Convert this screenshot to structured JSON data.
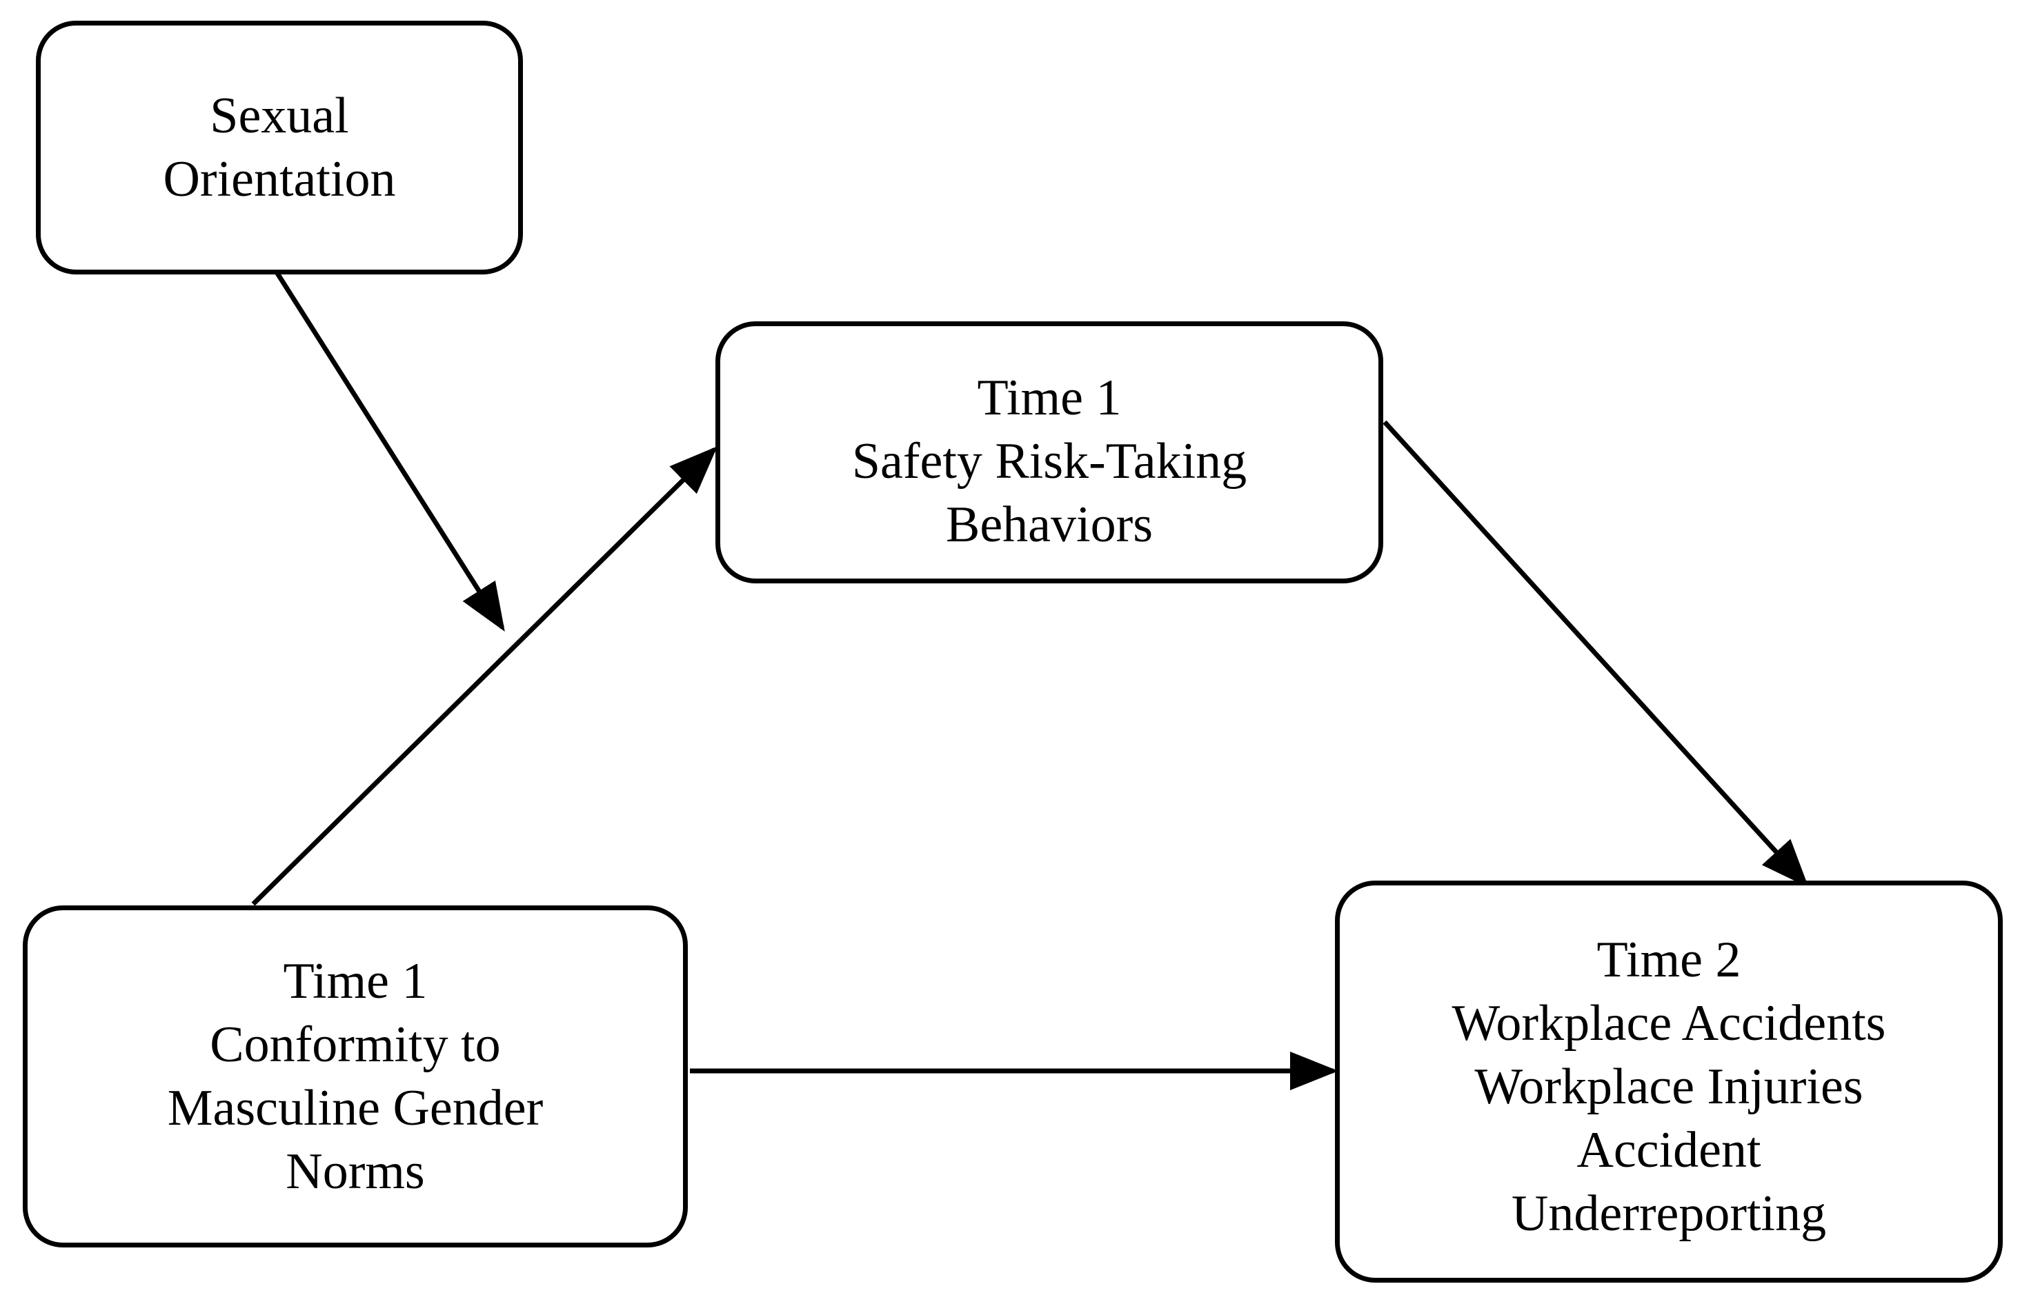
{
  "diagram": {
    "nodes": {
      "sexual_orientation": {
        "lines": [
          "Sexual",
          "Orientation"
        ]
      },
      "safety_risk": {
        "lines": [
          "Time 1",
          "Safety Risk-Taking",
          "Behaviors"
        ]
      },
      "conformity": {
        "lines": [
          "Time 1",
          "Conformity to",
          "Masculine Gender",
          "Norms"
        ]
      },
      "outcomes": {
        "lines": [
          "Time 2",
          "Workplace Accidents",
          "Workplace Injuries",
          "Accident",
          "Underreporting"
        ]
      }
    },
    "edges": [
      {
        "from": "sexual_orientation",
        "to": "conformity_to_safety_risk_path",
        "type": "moderation"
      },
      {
        "from": "conformity",
        "to": "safety_risk",
        "type": "direct"
      },
      {
        "from": "safety_risk",
        "to": "outcomes",
        "type": "direct"
      },
      {
        "from": "conformity",
        "to": "outcomes",
        "type": "direct"
      }
    ],
    "colors": {
      "stroke": "#000000",
      "background": "#ffffff"
    }
  }
}
